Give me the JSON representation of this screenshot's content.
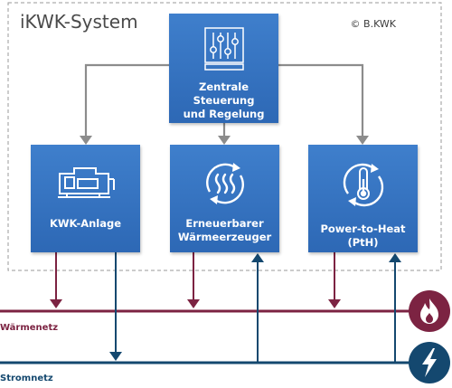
{
  "title": "iKWK-System",
  "copyright": "© B.KWK",
  "boxes": {
    "control": {
      "label_line1": "Zentrale Steuerung",
      "label_line2": "und Regelung",
      "icon": "sliders-icon"
    },
    "kwk": {
      "label_line1": "KWK-Anlage",
      "icon": "chp-engine-icon"
    },
    "heat_generator": {
      "label_line1": "Erneuerbarer",
      "label_line2": "Wärmeerzeuger",
      "icon": "heat-cycle-icon"
    },
    "pth": {
      "label_line1": "Power-to-Heat (PtH)",
      "icon": "thermometer-cycle-icon"
    }
  },
  "networks": {
    "heat": {
      "label": "Wärmenetz",
      "icon": "flame-icon",
      "color": "#7c2342"
    },
    "power": {
      "label": "Stromnetz",
      "icon": "lightning-icon",
      "color": "#14486f"
    }
  },
  "colors": {
    "box_blue": "#3378c4",
    "control_arrow_gray": "#8c8c8c",
    "system_border": "#9a9a9a"
  }
}
